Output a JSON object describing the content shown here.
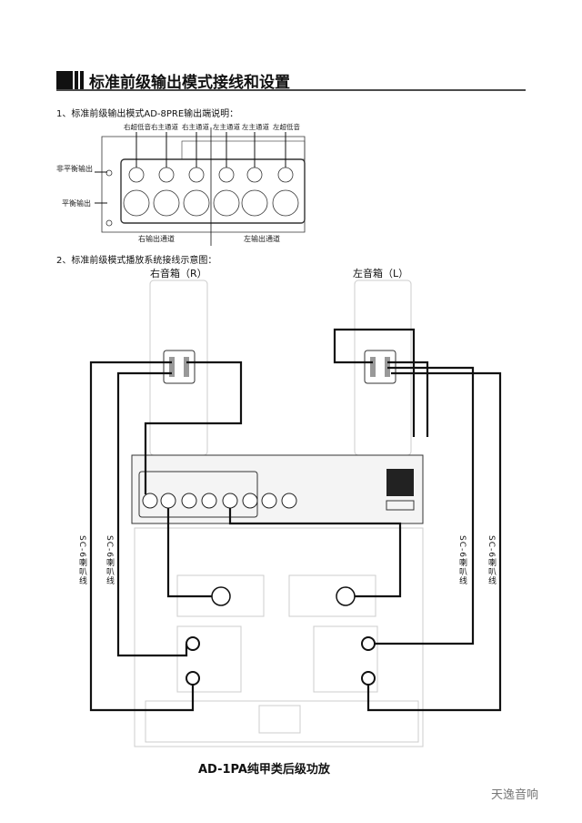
{
  "title": "标准前级输出模式接线和设置",
  "section1": "1、标准前级输出模式AD-8PRE输出端说明：",
  "top_labels": [
    "右超低音",
    "右主通道",
    "右主通道",
    "左主通道",
    "左主通道",
    "左超低音"
  ],
  "side_labels": {
    "unbalanced": "非平衡输出",
    "balanced": "平衡输出"
  },
  "channel_labels": {
    "right": "右输出通道",
    "left": "左输出通道"
  },
  "section2": "2、标准前级模式播放系统接线示意图：",
  "speakers": {
    "right": "右音箱（R）",
    "left": "左音箱（L）"
  },
  "cable_label": "SC-6喇叭线",
  "amp_label": "AD-1PA纯甲类后级功放",
  "watermark": "天逸音响",
  "colors": {
    "line": "#111111",
    "faint": "#cccccc"
  }
}
